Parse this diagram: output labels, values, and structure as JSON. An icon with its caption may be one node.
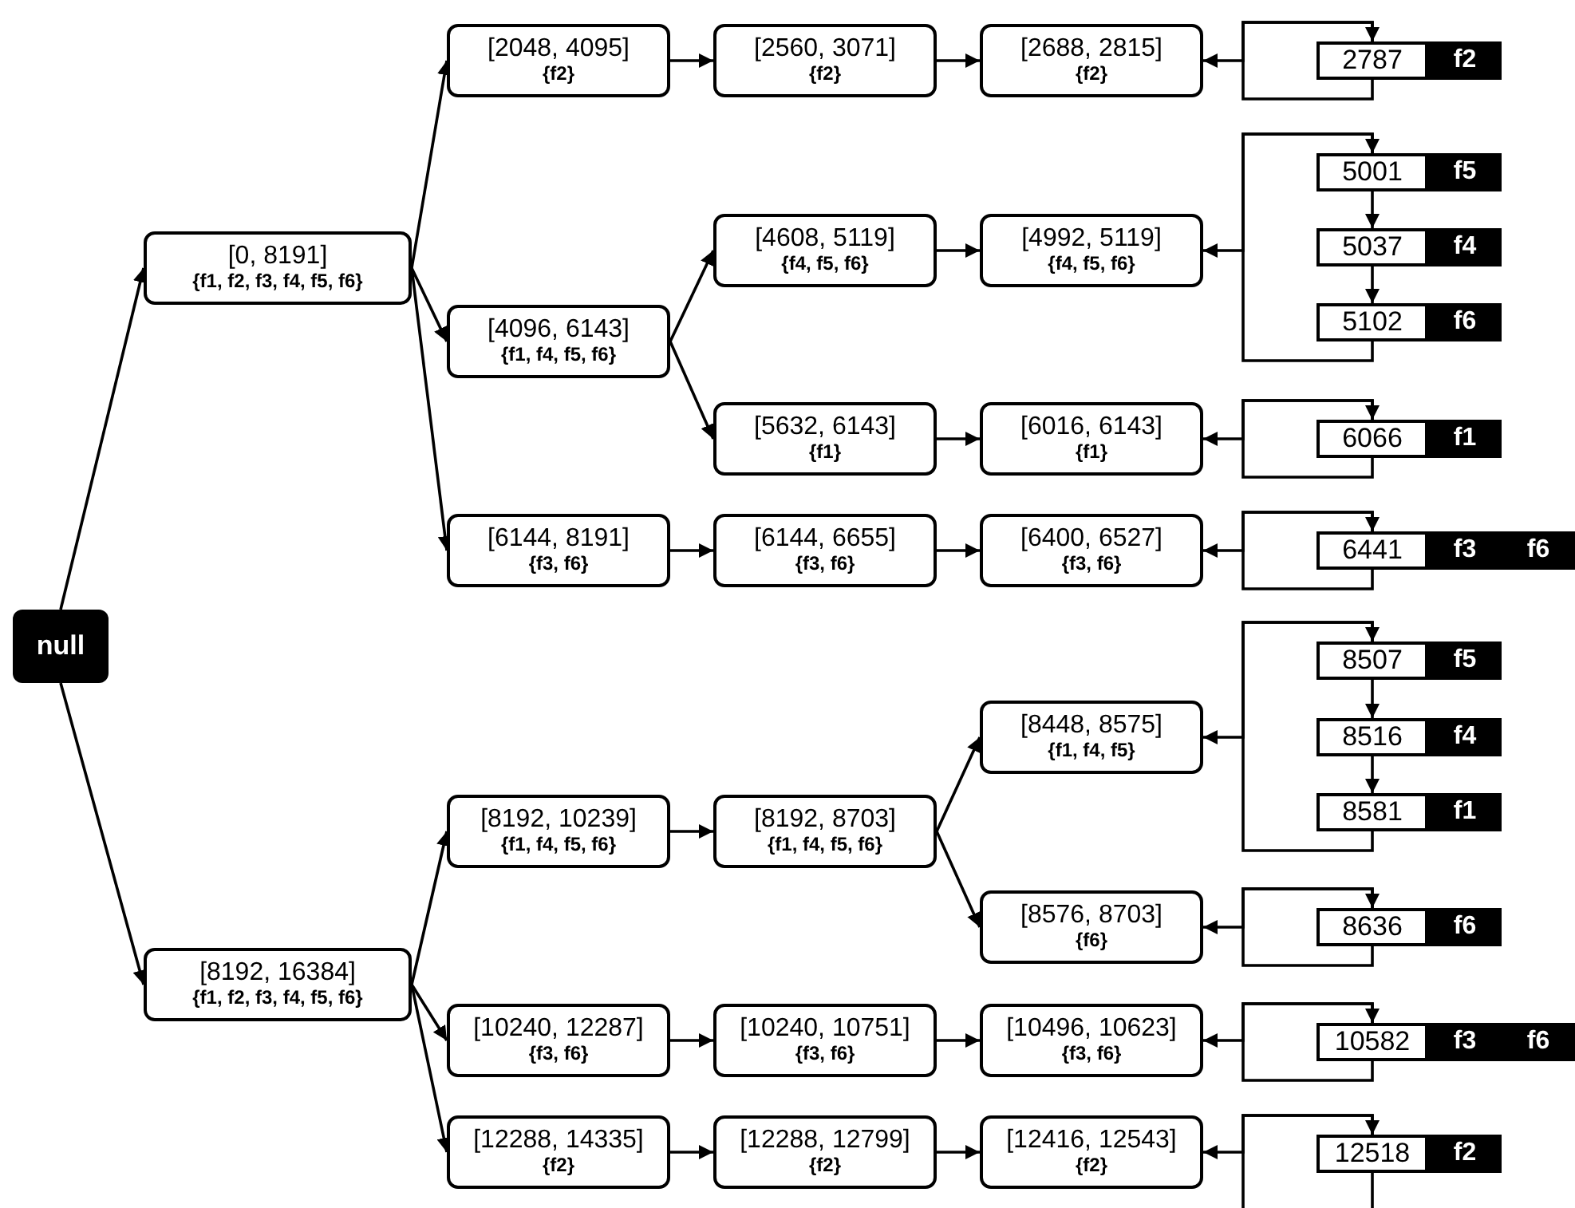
{
  "diagram": {
    "nodes": [
      {
        "text": [
          "null"
        ]
      },
      {
        "text": [
          "[0, 8191]",
          "{f1, f2, f3, f4, f5, f6}"
        ]
      },
      {
        "text": [
          "[2048, 4095]",
          "{f2}"
        ]
      },
      {
        "text": [
          "[2560, 3071]",
          "{f2}"
        ]
      },
      {
        "text": [
          "[2688, 2815]",
          "{f2}"
        ]
      },
      {
        "text": [
          "2787",
          "f2"
        ]
      },
      {
        "text": [
          "[4096, 6143]",
          "{f1, f4, f5, f6}"
        ]
      },
      {
        "text": [
          "[4608, 5119]",
          "{f4, f5, f6}"
        ]
      },
      {
        "text": [
          "[4992, 5119]",
          "{f4, f5, f6}"
        ]
      },
      {
        "text": [
          "5001",
          "f5"
        ]
      },
      {
        "text": [
          "5037",
          "f4"
        ]
      },
      {
        "text": [
          "5102",
          "f6"
        ]
      },
      {
        "text": [
          "[5632, 6143]",
          "{f1}"
        ]
      },
      {
        "text": [
          "[6016, 6143]",
          "{f1}"
        ]
      },
      {
        "text": [
          "6066",
          "f1"
        ]
      },
      {
        "text": [
          "[6144, 8191]",
          "{f3, f6}"
        ]
      },
      {
        "text": [
          "[6144, 6655]",
          "{f3, f6}"
        ]
      },
      {
        "text": [
          "[6400, 6527]",
          "{f3, f6}"
        ]
      },
      {
        "text": [
          "6441",
          "f3",
          "f6"
        ]
      },
      {
        "text": [
          "[8192, 16384]",
          "{f1, f2, f3, f4, f5, f6}"
        ]
      },
      {
        "text": [
          "[8192, 10239]",
          "{f1, f4, f5, f6}"
        ]
      },
      {
        "text": [
          "[8192, 8703]",
          "{f1, f4, f5, f6}"
        ]
      },
      {
        "text": [
          "[8448, 8575]",
          "{f1, f4, f5}"
        ]
      },
      {
        "text": [
          "8507",
          "f5"
        ]
      },
      {
        "text": [
          "8516",
          "f4"
        ]
      },
      {
        "text": [
          "8581",
          "f1"
        ]
      },
      {
        "text": [
          "[8576, 8703]",
          "{f6}"
        ]
      },
      {
        "text": [
          "8636",
          "f6"
        ]
      },
      {
        "text": [
          "[10240, 12287]",
          "{f3, f6}"
        ]
      },
      {
        "text": [
          "[10240, 10751]",
          "{f3, f6}"
        ]
      },
      {
        "text": [
          "[10496, 10623]",
          "{f3, f6}"
        ]
      },
      {
        "text": [
          "10582",
          "f3",
          "f6"
        ]
      },
      {
        "text": [
          "[12288, 14335]",
          "{f2}"
        ]
      },
      {
        "text": [
          "[12288, 12799]",
          "{f2}"
        ]
      },
      {
        "text": [
          "[12416, 12543]",
          "{f2}"
        ]
      },
      {
        "text": [
          "12518",
          "f2"
        ]
      }
    ],
    "edges": [
      {
        "from": 0,
        "to": 1,
        "arrow": "to"
      },
      {
        "from": 0,
        "to": 19,
        "arrow": "to"
      },
      {
        "from": 1,
        "to": 2,
        "arrow": "to"
      },
      {
        "from": 1,
        "to": 6,
        "arrow": "to"
      },
      {
        "from": 1,
        "to": 15,
        "arrow": "to"
      },
      {
        "from": 2,
        "to": 3,
        "arrow": "to"
      },
      {
        "from": 3,
        "to": 4,
        "arrow": "to"
      },
      {
        "from": 5,
        "to": 4,
        "arrow": "to"
      },
      {
        "from": 5,
        "to": 5,
        "arrow": "to"
      },
      {
        "from": 6,
        "to": 7,
        "arrow": "to"
      },
      {
        "from": 6,
        "to": 12,
        "arrow": "to"
      },
      {
        "from": 7,
        "to": 8,
        "arrow": "to"
      },
      {
        "from": 9,
        "to": 8,
        "arrow": "to"
      },
      {
        "from": 9,
        "to": 10,
        "arrow": "to"
      },
      {
        "from": 10,
        "to": 11,
        "arrow": "to"
      },
      {
        "from": 11,
        "to": 9,
        "arrow": "to"
      },
      {
        "from": 12,
        "to": 13,
        "arrow": "to"
      },
      {
        "from": 14,
        "to": 13,
        "arrow": "to"
      },
      {
        "from": 14,
        "to": 14,
        "arrow": "to"
      },
      {
        "from": 15,
        "to": 16,
        "arrow": "to"
      },
      {
        "from": 16,
        "to": 17,
        "arrow": "to"
      },
      {
        "from": 18,
        "to": 17,
        "arrow": "to"
      },
      {
        "from": 18,
        "to": 18,
        "arrow": "to"
      },
      {
        "from": 19,
        "to": 20,
        "arrow": "to"
      },
      {
        "from": 19,
        "to": 28,
        "arrow": "to"
      },
      {
        "from": 19,
        "to": 32,
        "arrow": "to"
      },
      {
        "from": 20,
        "to": 21,
        "arrow": "to"
      },
      {
        "from": 21,
        "to": 22,
        "arrow": "to"
      },
      {
        "from": 21,
        "to": 26,
        "arrow": "to"
      },
      {
        "from": 23,
        "to": 22,
        "arrow": "to"
      },
      {
        "from": 23,
        "to": 24,
        "arrow": "to"
      },
      {
        "from": 24,
        "to": 25,
        "arrow": "to"
      },
      {
        "from": 25,
        "to": 23,
        "arrow": "to"
      },
      {
        "from": 27,
        "to": 26,
        "arrow": "to"
      },
      {
        "from": 27,
        "to": 27,
        "arrow": "to"
      },
      {
        "from": 28,
        "to": 29,
        "arrow": "to"
      },
      {
        "from": 29,
        "to": 30,
        "arrow": "to"
      },
      {
        "from": 31,
        "to": 30,
        "arrow": "to"
      },
      {
        "from": 31,
        "to": 31,
        "arrow": "to"
      },
      {
        "from": 32,
        "to": 33,
        "arrow": "to"
      },
      {
        "from": 33,
        "to": 34,
        "arrow": "to"
      },
      {
        "from": 35,
        "to": 34,
        "arrow": "to"
      },
      {
        "from": null,
        "to": 35,
        "arrow": "to"
      },
      {
        "from": 35,
        "to": null,
        "arrow": "none"
      }
    ]
  }
}
